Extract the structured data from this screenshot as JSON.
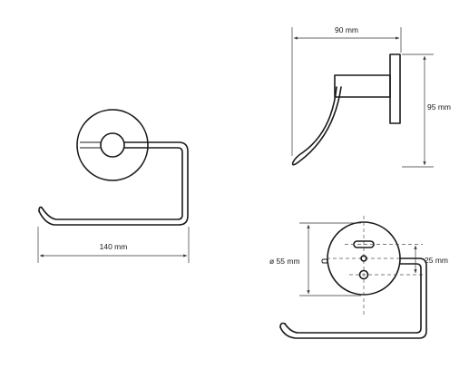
{
  "dimensions": {
    "front_width": "140 mm",
    "side_width": "90 mm",
    "side_height": "95 mm",
    "bottom_diameter": "ø 55 mm",
    "bottom_offset": "25 mm"
  }
}
